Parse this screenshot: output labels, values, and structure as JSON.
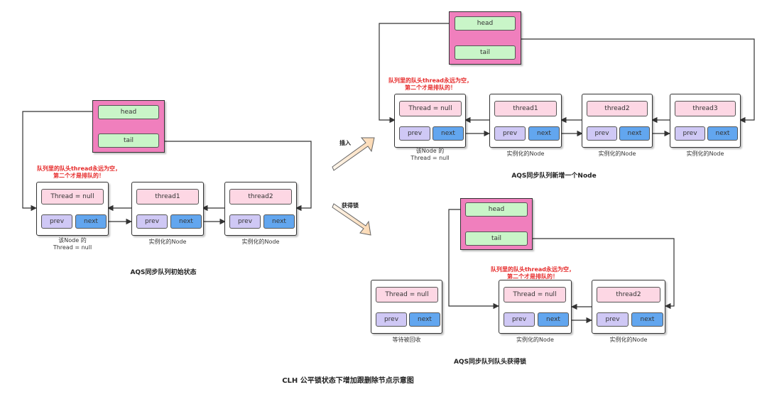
{
  "labels": {
    "head": "head",
    "tail": "tail",
    "prev": "prev",
    "next": "next",
    "thread_null": "Thread = null",
    "thread1": "thread1",
    "thread2": "thread2",
    "thread3": "thread3",
    "instantiated": "实例化的Node",
    "waiting_gc": "等待被回收",
    "this_node_line1": "该Node 的",
    "this_node_line2": "Thread = null"
  },
  "note": {
    "line1": "队列里的队头thread永远为空，",
    "line2": "第二个才是排队的！"
  },
  "captions": {
    "initial": "AQS同步队列初始状态",
    "insert": "AQS同步队列新增一个Node",
    "acquire": "AQS同步队列队头获得锁",
    "main": "CLH 公平锁状态下增加跟删除节点示意图"
  },
  "steps": {
    "insert": "插入",
    "acquire": "获得锁"
  },
  "colors": {
    "head_box": "#f07fbd",
    "head_tail_cell": "#c9f5c8",
    "thread_cell": "#fdd7e4",
    "prev_cell": "#cfc8f5",
    "next_cell": "#62a6ef",
    "note_text": "#e62a2a",
    "arrow_fill": "#fde3c8"
  }
}
